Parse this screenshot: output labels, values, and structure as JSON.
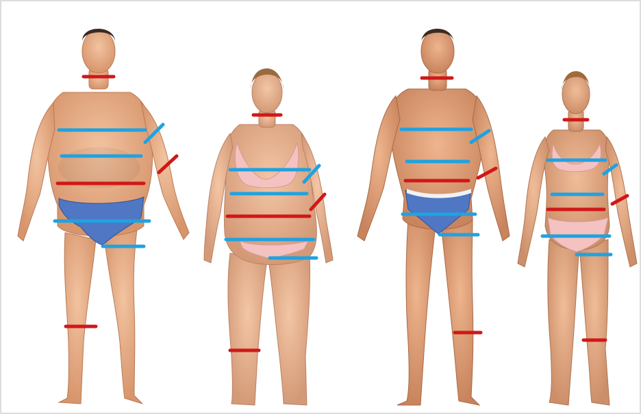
{
  "figures": [
    {
      "id": "figure-1",
      "subject": "man",
      "build": "heavy",
      "skin": "#e9b089",
      "shade": "#c98660",
      "hair": "#3a2a22",
      "underwear": "#4f77c4"
    },
    {
      "id": "figure-2",
      "subject": "woman",
      "build": "heavy",
      "skin": "#e8b291",
      "shade": "#c98b6a",
      "hair": "#9a6a3e",
      "underwear": "#f4c2c0"
    },
    {
      "id": "figure-3",
      "subject": "man",
      "build": "lean",
      "skin": "#e4a57c",
      "shade": "#bf7a55",
      "hair": "#3a2a22",
      "underwear": "#4f77c4"
    },
    {
      "id": "figure-4",
      "subject": "woman",
      "build": "lean",
      "skin": "#e6ad87",
      "shade": "#c3855f",
      "hair": "#a06a3a",
      "underwear": "#f4c2c0"
    }
  ],
  "colors": {
    "background": "#ffffff",
    "border": "#dddddd",
    "measure_blue": "#20a2e0",
    "measure_red": "#d01818"
  },
  "icons": [
    "measurement-line-icon"
  ]
}
